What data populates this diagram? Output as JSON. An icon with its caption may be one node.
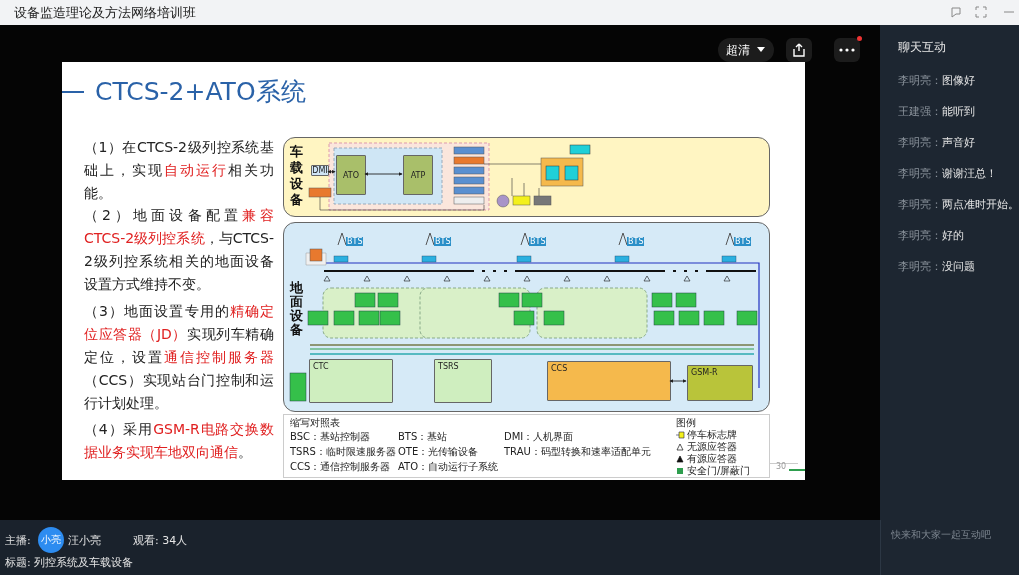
{
  "diagram": {
    "title": "CTCS-2+ATO系统",
    "nodes": [
      {
        "text": [
          "车载设备"
        ]
      },
      {
        "text": [
          "ATO"
        ],
        "in": 0
      },
      {
        "text": [
          "ATP"
        ],
        "in": 0
      },
      {
        "text": [
          "DMI"
        ],
        "in": 0
      },
      {
        "text": [
          "地面设备"
        ]
      },
      {
        "text": [
          "CTC"
        ],
        "in": 4
      },
      {
        "text": [
          "TSRS"
        ],
        "in": 4
      },
      {
        "text": [
          "CCS"
        ],
        "in": 4
      },
      {
        "text": [
          "GSM-R"
        ],
        "in": 4
      }
    ],
    "edges": [
      {
        "from": 3,
        "to": 1,
        "arrow": "both"
      },
      {
        "from": 1,
        "to": 2,
        "arrow": "both"
      },
      {
        "from": 7,
        "to": 8,
        "arrow": "both"
      }
    ],
    "labels": [
      "设备监造理论及方法网络培训班",
      "超清",
      "（1）在CTCS-2级列控系统基础上，实现**自动运行**相关功能。",
      "（2）地面设备配置**兼容CTCS-2级列控系统**，与CTCS-2级列控系统相关的地面设备设置方式维持不变。",
      "（3）地面设置专用的**精确定位应答器（JD）**实现列车精确定位，设置**通信控制服务器**（CCS）实现站台门控制和运行计划处理。",
      "（4）采用**GSM-R电路交换数据业务实现车地双向通信**。",
      "BTS",
      "BTS",
      "BTS",
      "BTS",
      "BTS",
      "缩写对照表",
      "BSC：基站控制器",
      "BTS：基站",
      "DMI：人机界面",
      "TSRS：临时限速服务器",
      "OTE：光传输设备",
      "TRAU：码型转换和速率适配单元",
      "CCS：通信控制服务器",
      "ATO：自动运行子系统",
      "图例",
      "30",
      "聊天互动",
      "李明亮：",
      "图像好",
      "王建强：",
      "能听到",
      "李明亮：",
      "声音好",
      "李明亮：",
      "谢谢汪总！",
      "李明亮：",
      "两点准时开始。",
      "李明亮：",
      "好的",
      "李明亮：",
      "没问题",
      "主播:",
      "小亮",
      "汪小亮",
      "观看: 34人",
      "标题: 列控系统及车载设备",
      "快来和大家一起互动吧"
    ],
    "legend": [
      {
        "text": "停车标志牌"
      },
      {
        "text": "无源应答器"
      },
      {
        "text": "有源应答器"
      },
      {
        "text": "安全门/屏蔽门",
        "color": "#2e9e4e"
      }
    ]
  }
}
